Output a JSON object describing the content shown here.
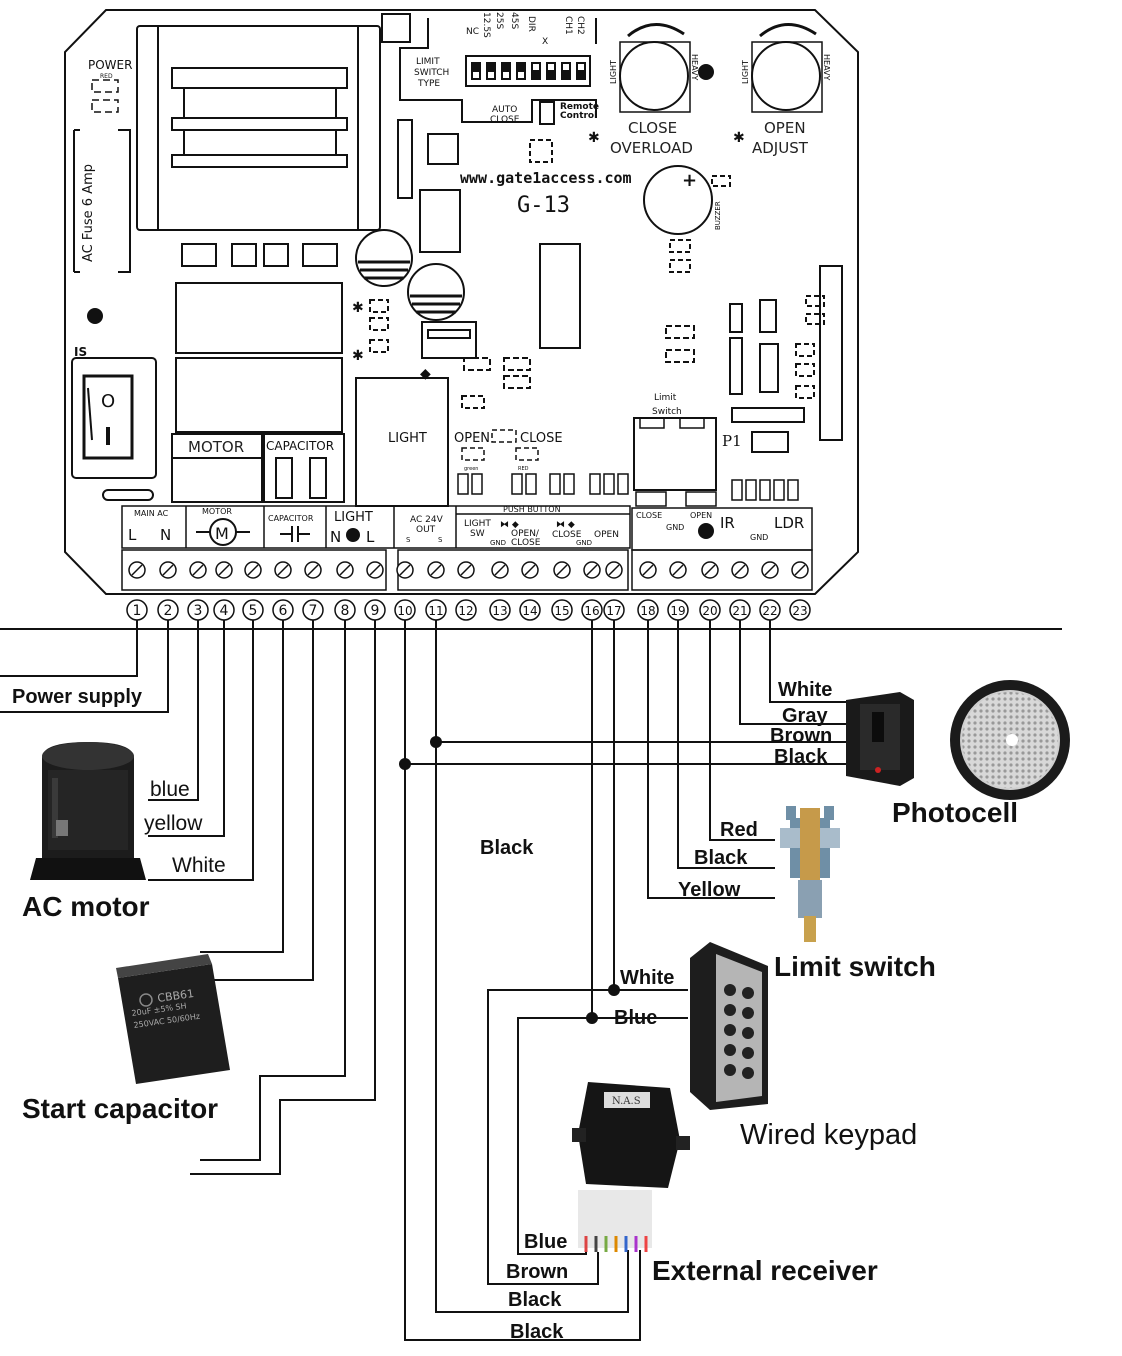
{
  "board": {
    "model": "G-13",
    "url": "www.gate1access.com",
    "power_label": "POWER",
    "power_sub": "RED",
    "fuse_label": "AC Fuse 6 Amp",
    "switch_label": "IS",
    "limit_switch_type": [
      "LIMIT",
      "SWITCH",
      "TYPE"
    ],
    "dip_labels": [
      "NC",
      "12.5S",
      "25S",
      "45S",
      "DIR",
      "X",
      "CH1",
      "CH2"
    ],
    "auto_close": [
      "AUTO",
      "CLOSE"
    ],
    "remote_control": [
      "Remote",
      "Control"
    ],
    "close_overload": [
      "CLOSE",
      "OVERLOAD"
    ],
    "open_adjust": [
      "OPEN",
      "ADJUST"
    ],
    "light_word": "LIGHT",
    "heavy_word": "HEAVY",
    "buzzer": "BUZZER",
    "motor_block": "MOTOR",
    "capacitor_block": "CAPACITOR",
    "light_block": "LIGHT",
    "open_led": "OPEN",
    "close_led": "CLOSE",
    "green_small": "green",
    "red_small": "RED",
    "limit_switch_block": [
      "Limit",
      "Switch"
    ],
    "p1": "P1"
  },
  "terminals": {
    "main_ac": "MAIN AC",
    "l": "L",
    "n": "N",
    "motor": "MOTOR",
    "capacitor": "CAPACITOR",
    "light": "LIGHT",
    "light_n": "N",
    "light_l": "L",
    "ac24": [
      "AC 24V",
      "OUT"
    ],
    "s": "S",
    "push_button": "PUSH BUTTON",
    "light_sw": [
      "LIGHT",
      "SW"
    ],
    "gnd": "GND",
    "open_close": [
      "OPEN/",
      "CLOSE"
    ],
    "close": "CLOSE",
    "open": "OPEN",
    "ir": "IR",
    "ldr": "LDR",
    "numbers": [
      "1",
      "2",
      "3",
      "4",
      "5",
      "6",
      "7",
      "8",
      "9",
      "10",
      "11",
      "12",
      "13",
      "14",
      "15",
      "16",
      "17",
      "18",
      "19",
      "20",
      "21",
      "22",
      "23"
    ]
  },
  "labels": {
    "power_supply": "Power supply",
    "blue": "blue",
    "yellow": "yellow",
    "white": "White",
    "ac_motor": "AC motor",
    "start_capacitor": "Start capacitor",
    "black_mid": "Black",
    "pc_white": "White",
    "pc_gray": "Gray",
    "pc_brown": "Brown",
    "pc_black": "Black",
    "photocell": "Photocell",
    "ls_red": "Red",
    "ls_black": "Black",
    "ls_yellow": "Yellow",
    "limit_switch": "Limit switch",
    "kp_white": "White",
    "kp_blue": "Blue",
    "wired_keypad": "Wired keypad",
    "rx_blue": "Blue",
    "rx_brown": "Brown",
    "rx_black1": "Black",
    "rx_black2": "Black",
    "external_receiver": "External receiver",
    "rx_tag": "N.A.S",
    "cap_text": [
      "CBB61",
      "20uF ±5% SH",
      "250VAC 50/60Hz"
    ]
  }
}
